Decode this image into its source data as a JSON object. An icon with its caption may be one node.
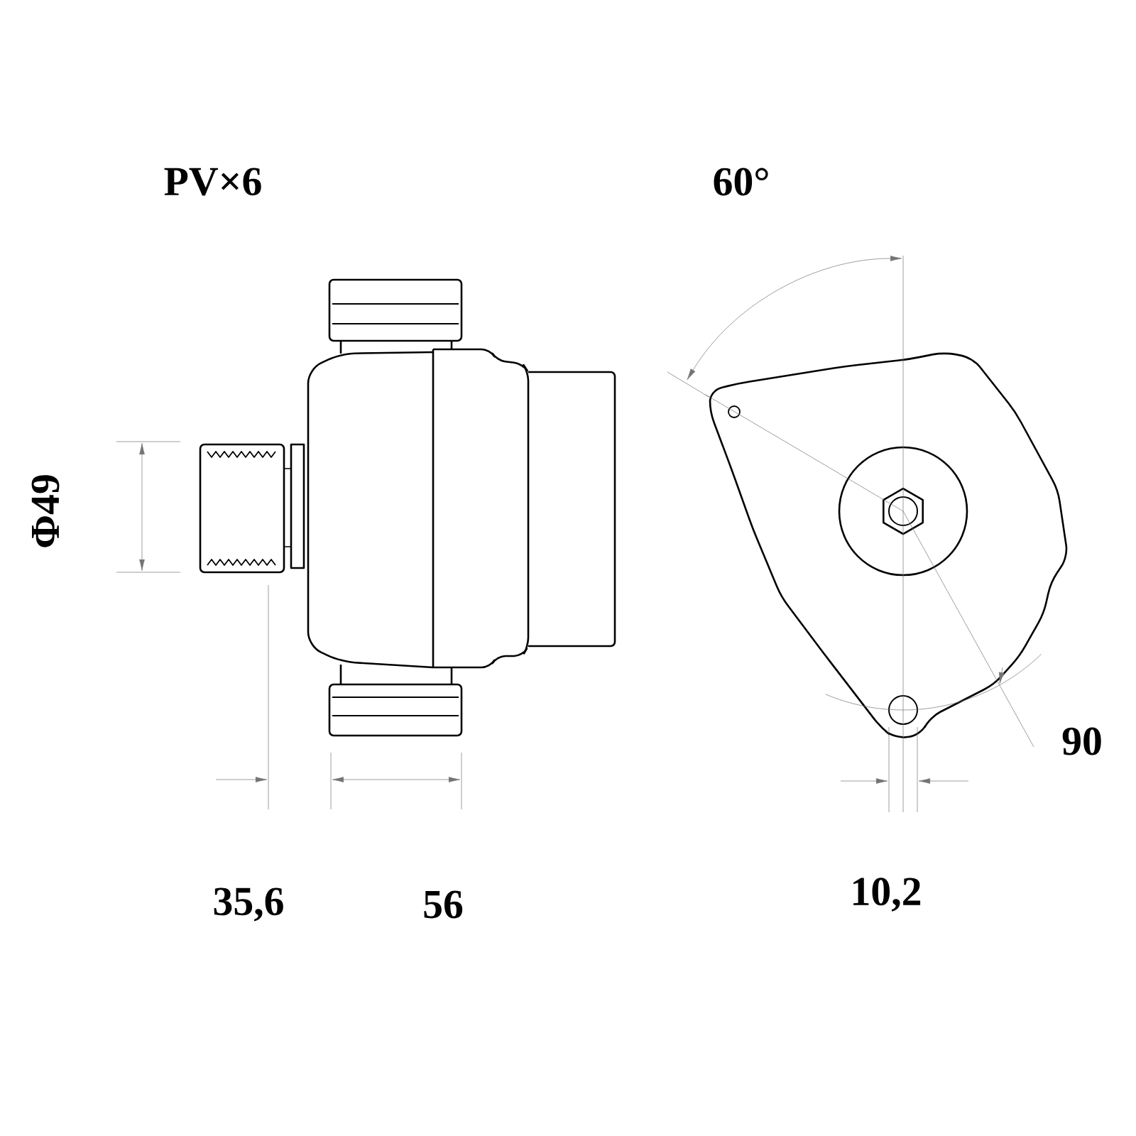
{
  "diagram": {
    "labels": [
      "PV×6",
      "60°",
      "Φ49",
      "90",
      "35,6",
      "56",
      "10,2"
    ]
  }
}
